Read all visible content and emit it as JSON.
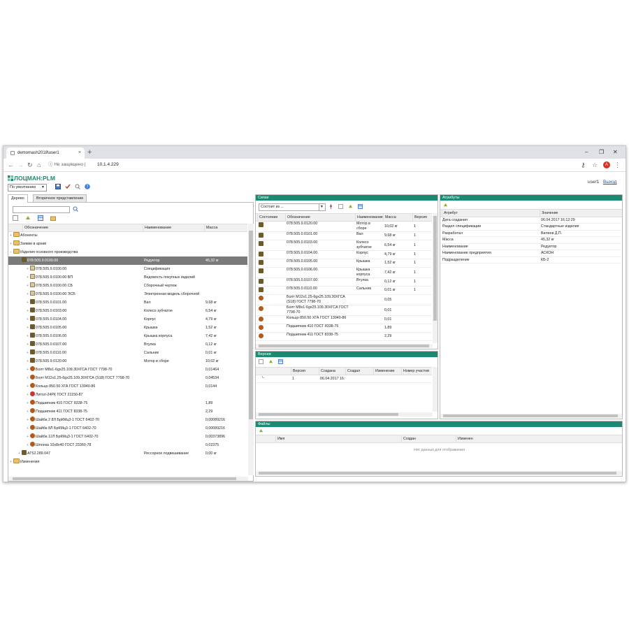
{
  "browser": {
    "tab_title": "demomash2018\\user1",
    "tab_close": "×",
    "new_tab": "+",
    "security": "Не защищено",
    "url": "10.1.4.229",
    "avatar_letter": "A",
    "window_min": "–",
    "window_max": "❐",
    "window_close": "✕"
  },
  "app": {
    "logo_text": "ЛОЦМАН:PLM",
    "preset": "По умолчанию",
    "user": "user1",
    "logout": "Выход"
  },
  "left": {
    "tabs": [
      "Дерево",
      "Вторичное представление"
    ],
    "columns": [
      "Обозначение",
      "Наименование",
      "Масса"
    ],
    "rows": [
      {
        "level": 0,
        "icon": "folder",
        "exp": "+",
        "code": "Абоненты",
        "name": "",
        "mass": ""
      },
      {
        "level": 0,
        "icon": "folder",
        "exp": "+",
        "code": "Заявки в архив",
        "name": "",
        "mass": ""
      },
      {
        "level": 0,
        "icon": "folder",
        "exp": "−",
        "code": "Изделия основного производства",
        "name": "",
        "mass": ""
      },
      {
        "level": 1,
        "icon": "asm",
        "exp": "−",
        "code": "078.505.9.0100.00",
        "name": "Редуктор",
        "mass": "45,32 кг",
        "selected": true
      },
      {
        "level": 2,
        "icon": "doc",
        "exp": "+",
        "code": "078.505.9.0100.00",
        "name": "Спецификация",
        "mass": ""
      },
      {
        "level": 2,
        "icon": "doc",
        "exp": "+",
        "code": "078.505.9.0100.00 ВП",
        "name": "Ведомость покупных изделий",
        "mass": ""
      },
      {
        "level": 2,
        "icon": "doc",
        "exp": "+",
        "code": "078.505.9.0100.00 СБ",
        "name": "Сборочный чертеж",
        "mass": ""
      },
      {
        "level": 2,
        "icon": "doc",
        "exp": "+",
        "code": "078.505.9.0100.00 ЭСБ",
        "name": "Электронная модель сборочной",
        "mass": ""
      },
      {
        "level": 2,
        "icon": "asm",
        "exp": "+",
        "code": "078.505.0.0101.00",
        "name": "Вал",
        "mass": "9,68 кг"
      },
      {
        "level": 2,
        "icon": "asm",
        "exp": "+",
        "code": "078.505.0.0103.00",
        "name": "Колесо зубчатое",
        "mass": "6,54 кг"
      },
      {
        "level": 2,
        "icon": "asm",
        "exp": "+",
        "code": "078.505.0.0104.00",
        "name": "Корпус",
        "mass": "4,79 кг"
      },
      {
        "level": 2,
        "icon": "asm",
        "exp": "+",
        "code": "078.505.0.0105.00",
        "name": "Крышка",
        "mass": "1,52 кг"
      },
      {
        "level": 2,
        "icon": "asm",
        "exp": "+",
        "code": "078.505.0.0106.00",
        "name": "Крышка корпуса",
        "mass": "7,42 кг"
      },
      {
        "level": 2,
        "icon": "asm",
        "exp": "+",
        "code": "078.505.0.0107.00",
        "name": "Втулка",
        "mass": "0,12 кг"
      },
      {
        "level": 2,
        "icon": "asm",
        "exp": "+",
        "code": "078.505.0.0110.00",
        "name": "Сальник",
        "mass": "0,01 кг"
      },
      {
        "level": 2,
        "icon": "asm",
        "exp": "+",
        "code": "078.505.9.0120.00",
        "name": "Мотор в сборе",
        "mass": "10,02 кг"
      },
      {
        "level": 2,
        "icon": "std",
        "exp": "+",
        "code": "Болт М8х1-6gх25.109.30ХГСА ГОСТ 7798-70",
        "name": "",
        "mass": "0,01464"
      },
      {
        "level": 2,
        "icon": "std",
        "exp": "+",
        "code": "Болт М12х1,25-6gх25.109.30ХГСА (S18) ГОСТ 7798-70",
        "name": "",
        "mass": "0,04534"
      },
      {
        "level": 2,
        "icon": "std",
        "exp": "+",
        "code": "Кольцо 850.50 ХГА ГОСТ 13940-86",
        "name": "",
        "mass": "0,0144"
      },
      {
        "level": 2,
        "icon": "mat",
        "exp": "+",
        "code": "Литол-24РК ГОСТ 21150-87",
        "name": "",
        "mass": ""
      },
      {
        "level": 2,
        "icon": "std",
        "exp": "+",
        "code": "Подшипник 410 ГОСТ 8338-75",
        "name": "",
        "mass": "1,89"
      },
      {
        "level": 2,
        "icon": "std",
        "exp": "+",
        "code": "Подшипник 411 ГОСТ 8338-75",
        "name": "",
        "mass": "2,29"
      },
      {
        "level": 2,
        "icon": "std",
        "exp": "+",
        "code": "Шайба 2 8Л БрКМц3-1 ГОСТ 6402-70",
        "name": "",
        "mass": "0,00089216"
      },
      {
        "level": 2,
        "icon": "std",
        "exp": "+",
        "code": "Шайба 8Л БрКМц3-1 ГОСТ 6402-70",
        "name": "",
        "mass": "0,00089216"
      },
      {
        "level": 2,
        "icon": "std",
        "exp": "+",
        "code": "Шайба 12Л БрКМц3-1 ГОСТ 6402-70",
        "name": "",
        "mass": "0,00373896"
      },
      {
        "level": 2,
        "icon": "std",
        "exp": "+",
        "code": "Шпонка 10х8х40 ГОСТ 23360-78",
        "name": "",
        "mass": "0,02375"
      },
      {
        "level": 1,
        "icon": "asm",
        "exp": "+",
        "code": "АГ52.289.047",
        "name": "Рессорное подвешивание",
        "mass": "0,00 кг"
      },
      {
        "level": 0,
        "icon": "folder",
        "exp": "+",
        "code": "Изменения",
        "name": "",
        "mass": ""
      }
    ]
  },
  "links": {
    "title": "Связи",
    "filter": "Состоит из ...",
    "columns": [
      "Состояние",
      "Обозначение",
      "Наименование",
      "Масса",
      "Версия"
    ],
    "rows": [
      {
        "code": "078.505.9.0120.00",
        "name": [
          "Мотор в",
          "сборе"
        ],
        "mass": "10,02 кг",
        "ver": "1",
        "icon": "asm"
      },
      {
        "code": "078.505.0.0101.00",
        "name": [
          "Вал"
        ],
        "mass": "9,68 кг",
        "ver": "1",
        "icon": "asm"
      },
      {
        "code": "078.505.0.0103.00",
        "name": [
          "Колесо",
          "зубчатое"
        ],
        "mass": "6,54 кг",
        "ver": "1",
        "icon": "asm"
      },
      {
        "code": "078.505.0.0104.00",
        "name": [
          "Корпус"
        ],
        "mass": "4,79 кг",
        "ver": "1",
        "icon": "asm"
      },
      {
        "code": "078.505.0.0105.00",
        "name": [
          "Крышка"
        ],
        "mass": "1,52 кг",
        "ver": "1",
        "icon": "asm"
      },
      {
        "code": "078.505.0.0106.00",
        "name": [
          "Крышка",
          "корпуса"
        ],
        "mass": "7,42 кг",
        "ver": "1",
        "icon": "asm"
      },
      {
        "code": "078.505.0.0107.00",
        "name": [
          "Втулка"
        ],
        "mass": "0,12 кг",
        "ver": "1",
        "icon": "asm"
      },
      {
        "code": "078.505.0.0110.00",
        "name": [
          "Сальник"
        ],
        "mass": "0,01 кг",
        "ver": "1",
        "icon": "asm"
      },
      {
        "code": [
          "Болт М12х1,25-6gх25.109.30ХГСА",
          "(S18) ГОСТ 7798-70"
        ],
        "name": [],
        "mass": "0,05",
        "ver": "",
        "icon": "std"
      },
      {
        "code": [
          "Болт М8х1-6gх25.109.30ХГСА ГОСТ",
          "7798-70"
        ],
        "name": [],
        "mass": "0,01",
        "ver": "",
        "icon": "std"
      },
      {
        "code": "Кольцо 850.50 ХГА ГОСТ 13940-86",
        "name": [],
        "mass": "0,01",
        "ver": "",
        "icon": "std"
      },
      {
        "code": "Подшипник 410 ГОСТ 8338-75",
        "name": [],
        "mass": "1,89",
        "ver": "",
        "icon": "std"
      },
      {
        "code": "Подшипник 411 ГОСТ 8338-75",
        "name": [],
        "mass": "2,29",
        "ver": "",
        "icon": "std"
      }
    ]
  },
  "versions": {
    "title": "Версии",
    "columns": [
      "Версия",
      "Создана",
      "Создал",
      "Изменение",
      "Номер участни"
    ],
    "rows": [
      {
        "ver": "1",
        "created": "06.04.2017 16:",
        "by": "",
        "change": "",
        "num": ""
      }
    ]
  },
  "attributes": {
    "title": "Атрибуты",
    "columns": [
      "Атрибут",
      "Значение"
    ],
    "rows": [
      {
        "attr": "Дата создания",
        "value": "06.04.2017 16:12:29"
      },
      {
        "attr": "Раздел спецификации",
        "value": "Стандартные изделия"
      },
      {
        "attr": "Разработал",
        "value": "Вилеев Д.П."
      },
      {
        "attr": "Масса",
        "value": "45,32 кг"
      },
      {
        "attr": "Наименование",
        "value": "Редуктор"
      },
      {
        "attr": "Наименование предприятия",
        "value": "АСКОН"
      },
      {
        "attr": "Подразделение",
        "value": "КБ-2"
      }
    ]
  },
  "files": {
    "title": "Файлы",
    "columns": [
      "Имя",
      "Создан",
      "Изменен"
    ],
    "empty": "Нет данных для отображения"
  },
  "colors": {
    "accent": "#1b8a72",
    "selected_row": "#7a7a7a",
    "link": "#1a4fb8"
  }
}
